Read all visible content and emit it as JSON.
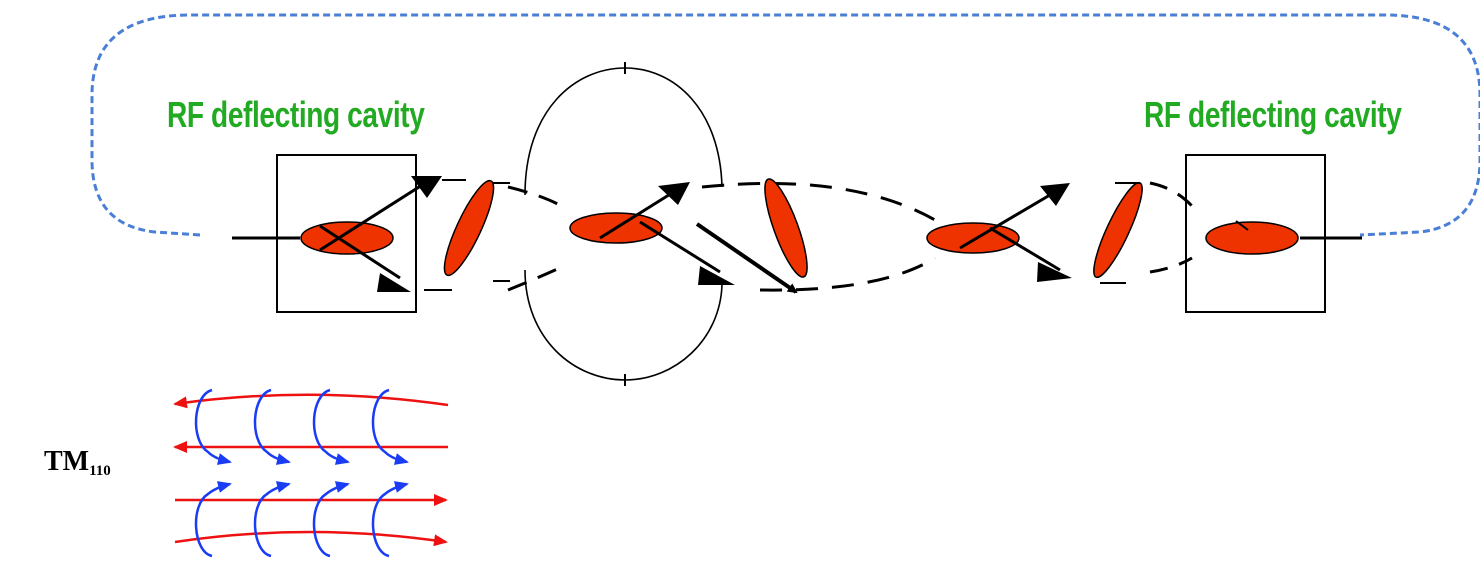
{
  "labels": {
    "cavity_left": "RF deflecting cavity",
    "cavity_right": "RF deflecting cavity",
    "mode_main": "TM",
    "mode_sub": "110"
  },
  "colors": {
    "label": "#22aa22",
    "bunch": "#ee3300",
    "loop": "#4a7fd6",
    "field_red": "#ee1111",
    "field_blue": "#1a3cf5",
    "line": "#000000"
  },
  "icons": {
    "bunch": "ellipse",
    "kick": "arrow-head",
    "field_line": "arrow",
    "field_loop": "curved-arrow"
  }
}
